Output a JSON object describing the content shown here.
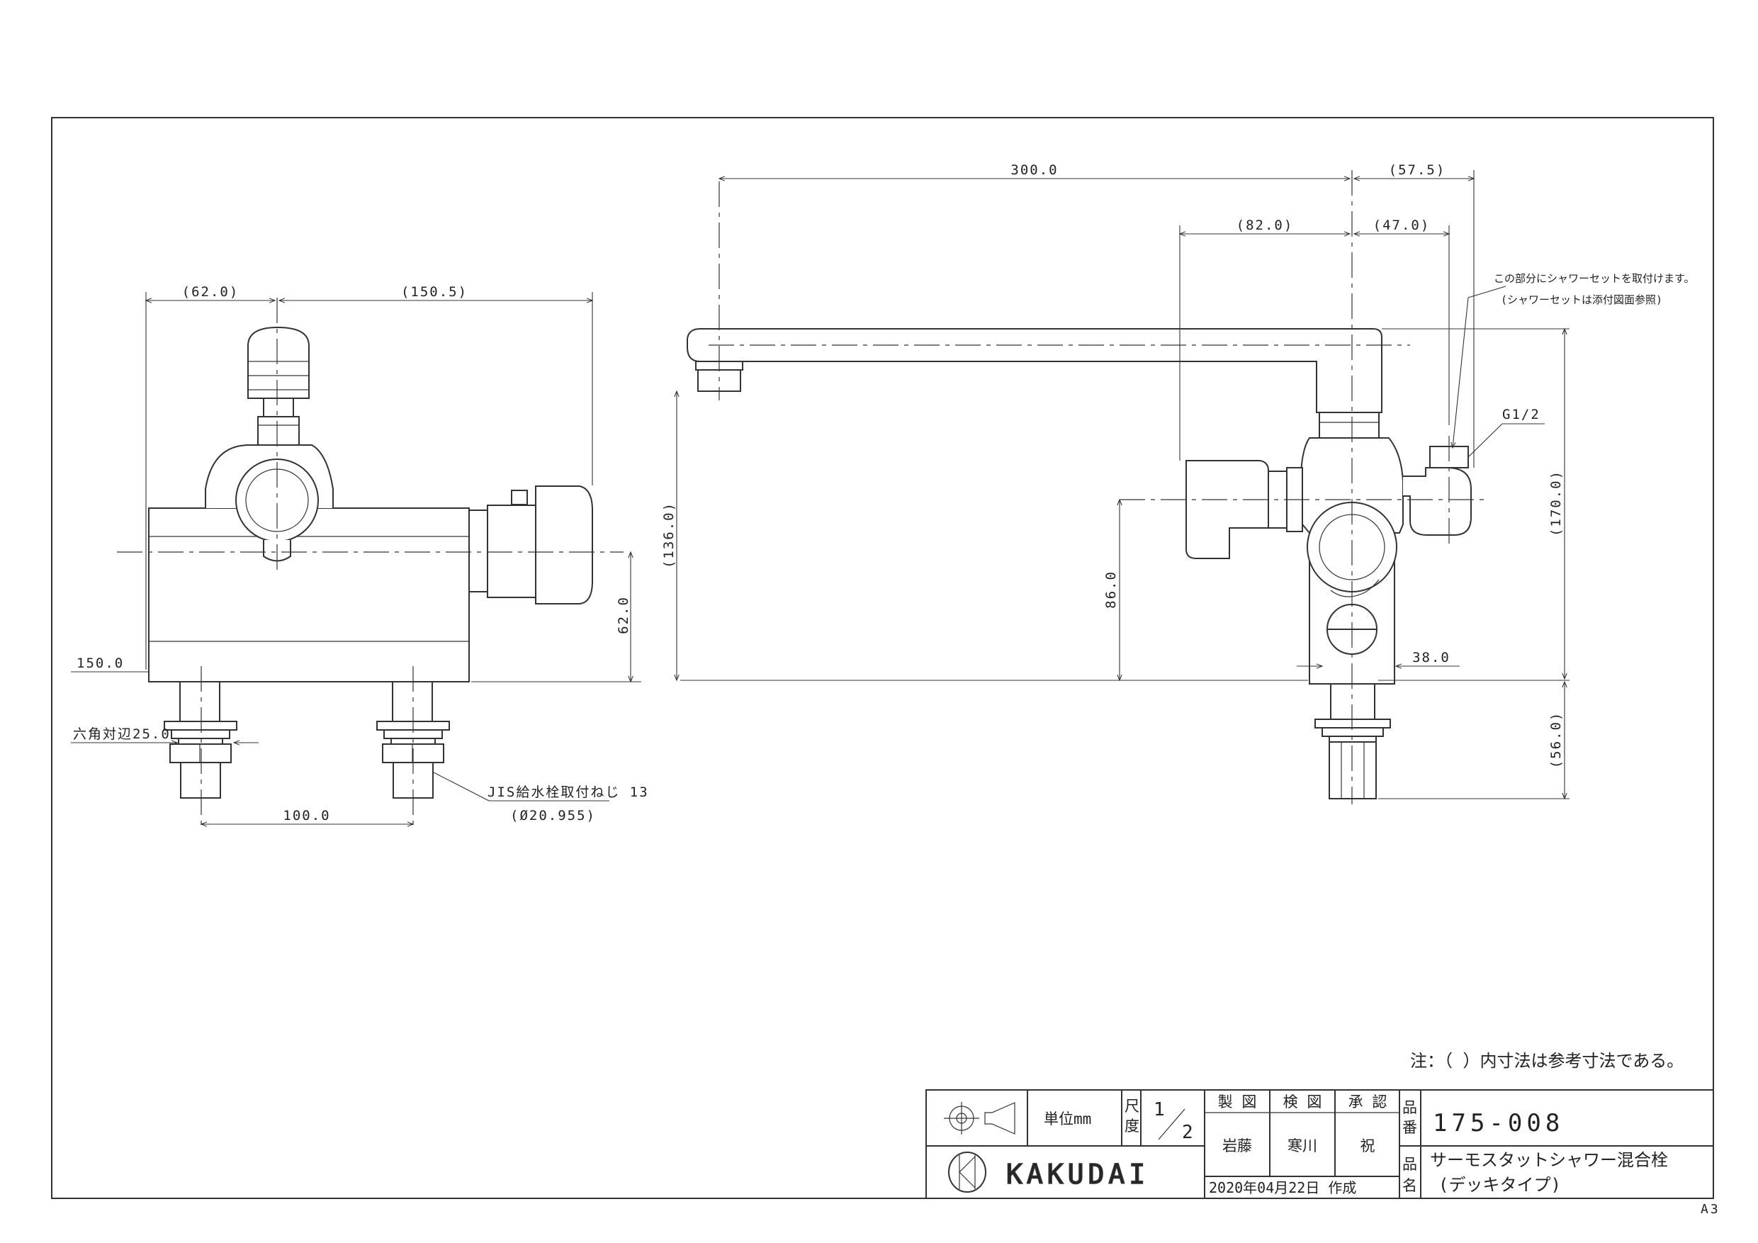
{
  "front_view": {
    "dims": {
      "top_left": "(62.0)",
      "top_right": "(150.5)",
      "left_150": "150.0",
      "right_62": "62.0",
      "hex": "六角対辺25.0",
      "pitch": "100.0",
      "thread_label": "JIS給水栓取付ねじ 13",
      "thread_diam": "(Ø20.955)"
    }
  },
  "side_view": {
    "dims": {
      "spout_length": "300.0",
      "outlet_offset": "(57.5)",
      "body_left": "(82.0)",
      "body_right": "(47.0)",
      "spout_height": "(136.0)",
      "height_86": "86.0",
      "leg_38": "38.0",
      "total_170": "(170.0)",
      "leg_56": "(56.0)",
      "g_half": "G1/2"
    },
    "note_line1": "この部分にシャワーセットを取付けます。",
    "note_line2": "(シャワーセットは添付図面参照)"
  },
  "footnote": "注：（  ）内寸法は参考寸法である。",
  "title_block": {
    "unit_label": "単位mm",
    "scale_label_1": "尺",
    "scale_label_2": "度",
    "scale_num": "1",
    "scale_den": "2",
    "made_label": "製 図",
    "checked_label": "検 図",
    "approved_label": "承 認",
    "made_by": "岩藤",
    "checked_by": "寒川",
    "approved_by": "祝",
    "date_created": "2020年04月22日 作成",
    "part_no_label_1": "品",
    "part_no_label_2": "番",
    "part_no": "175-008",
    "name_label_1": "品",
    "name_label_2": "名",
    "name_line1": "サーモスタットシャワー混合栓",
    "name_line2": "(デッキタイプ)",
    "logo_text": "KAKUDAI"
  },
  "sheet_size": "A3"
}
